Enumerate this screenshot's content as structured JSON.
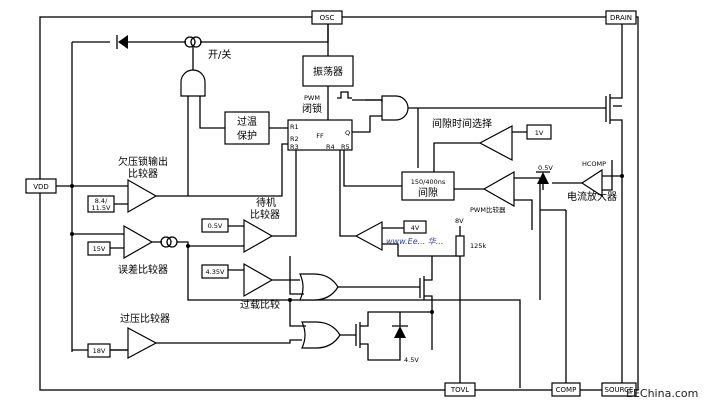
{
  "pins": {
    "osc": "OSC",
    "drain": "DRAIN",
    "vdd": "VDD",
    "tovl": "TOVL",
    "comp": "COMP",
    "source": "SOURCE"
  },
  "blocks": {
    "oscillator": "振荡器",
    "over_temp_line1": "过温",
    "over_temp_line2": "保护",
    "pwm_latch_line1": "PWM",
    "pwm_latch_line2": "闭锁",
    "ff_r1": "R1",
    "ff_r2": "R2",
    "ff_r3": "R3",
    "ff_r4": "R4",
    "ff_r5": "R5",
    "ff_label": "FF",
    "ff_q": "Q",
    "gap_line1": "150/400ns",
    "gap_line2": "间隙"
  },
  "labels": {
    "switch": "开/关",
    "uvlo_line1": "欠压锁输出",
    "uvlo_line2": "比较器",
    "error_comp": "误差比较器",
    "standby_line1": "待机",
    "standby_line2": "比较器",
    "overload_comp": "过载比较",
    "overvoltage_comp": "过压比较器",
    "gap_time_select": "间隙时间选择",
    "pwm_comp": "PWM比较器",
    "current_amp": "电流放大器",
    "hcomp": "HCOMP"
  },
  "refs": {
    "uvlo": "8.4/\n11.5V",
    "uvlo_top": "8.4/",
    "uvlo_bot": "11.5V",
    "error": "15V",
    "standby": "0.5V",
    "overload": "4.35V",
    "ovp": "18V",
    "gap_ref": "1V",
    "cs_ref": "0.5V",
    "comp_ref": "4V",
    "pullup": "8V",
    "resistor": "125k",
    "zener": "4.5V"
  },
  "overlay_text": "www.Ee... 华...",
  "watermark": "EEChina.com"
}
